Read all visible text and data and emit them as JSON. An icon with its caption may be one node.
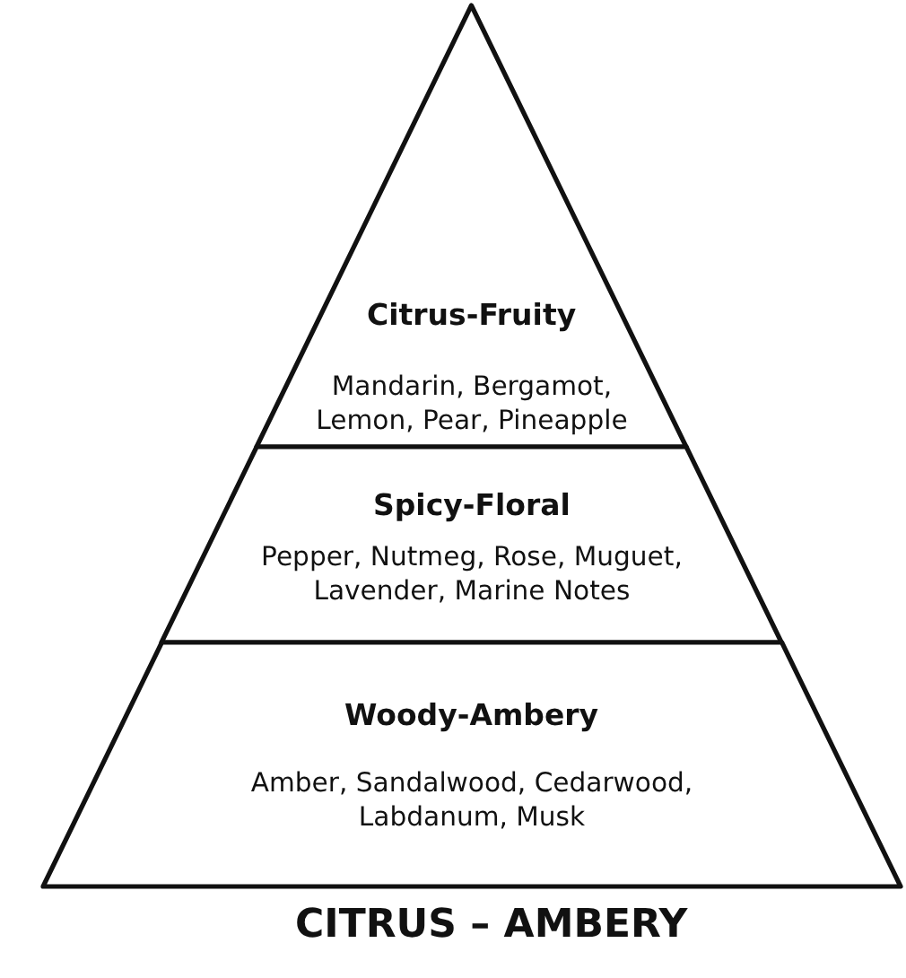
{
  "diagram": {
    "caption": "CITRUS – AMBERY",
    "nodes": [
      {
        "text": [
          "Citrus-Fruity",
          "Mandarin, Bergamot, Lemon, Pear, Pineapple"
        ]
      },
      {
        "text": [
          "Spicy-Floral",
          "Pepper, Nutmeg, Rose, Muguet, Lavender, Marine Notes"
        ]
      },
      {
        "text": [
          "Woody-Ambery",
          "Amber, Sandalwood, Cedarwood, Labdanum, Musk"
        ]
      }
    ]
  }
}
